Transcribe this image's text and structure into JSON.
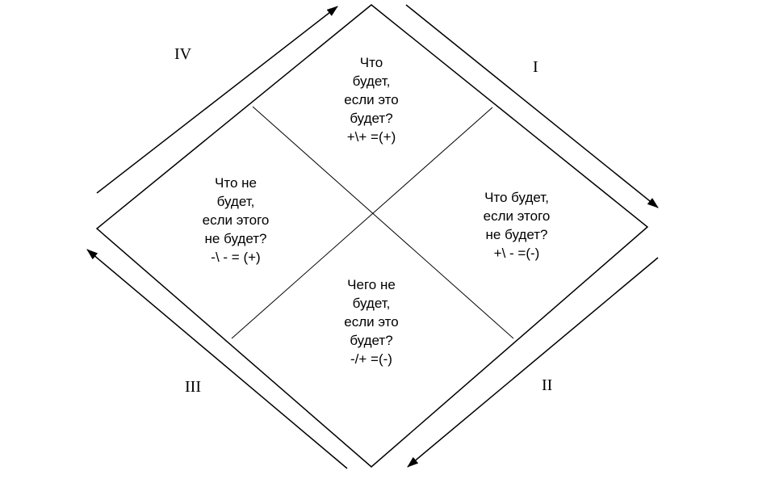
{
  "quadrants": {
    "top": {
      "lines": [
        "Что",
        "будет,",
        "если это",
        "будет?",
        "+\\+ =(+)"
      ]
    },
    "right": {
      "lines": [
        "Что будет,",
        "если этого",
        "не  будет?",
        "+\\ - =(-)"
      ]
    },
    "bottom": {
      "lines": [
        "Чего не",
        "будет,",
        "если это",
        "будет?",
        "-/+ =(-)"
      ]
    },
    "left": {
      "lines": [
        "Что не",
        "будет,",
        "если этого",
        "не  будет?",
        "-\\ - = (+)"
      ]
    }
  },
  "numerals": {
    "i": "I",
    "ii": "II",
    "iii": "III",
    "iv": "IV"
  }
}
